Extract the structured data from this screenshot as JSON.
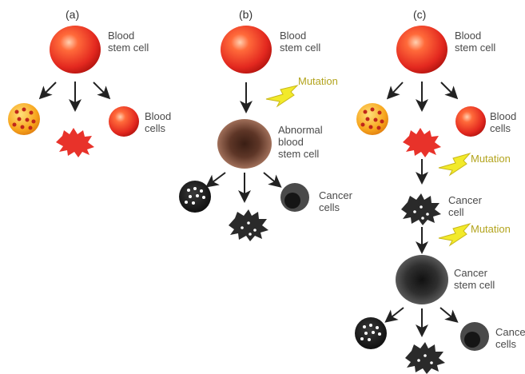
{
  "panels": [
    "(a)",
    "(b)",
    "(c)"
  ],
  "labels": {
    "a_stem": "Blood\nstem cell",
    "a_cells": "Blood\ncells",
    "b_stem": "Blood\nstem cell",
    "b_mutation": "Mutation",
    "b_abnormal": "Abnormal\nblood\nstem cell",
    "b_cancer": "Cancer\ncells",
    "c_stem": "Blood\nstem cell",
    "c_cells": "Blood\ncells",
    "c_mutation1": "Mutation",
    "c_cancer_cell": "Cancer\ncell",
    "c_mutation2": "Mutation",
    "c_cancer_stem": "Cancer\nstem cell",
    "c_cancer_cells": "Cance\ncells"
  },
  "colors": {
    "stem_cell": "#e8372c",
    "blood_cell": "#e8412f",
    "orange_cell": "#f6a31e",
    "abnormal_cell": "#8a5a46",
    "cancer_cell": "#2b2b2b",
    "mutation_bolt": "#f2ea2a",
    "mutation_text": "#b3a41e",
    "arrow": "#222222"
  }
}
